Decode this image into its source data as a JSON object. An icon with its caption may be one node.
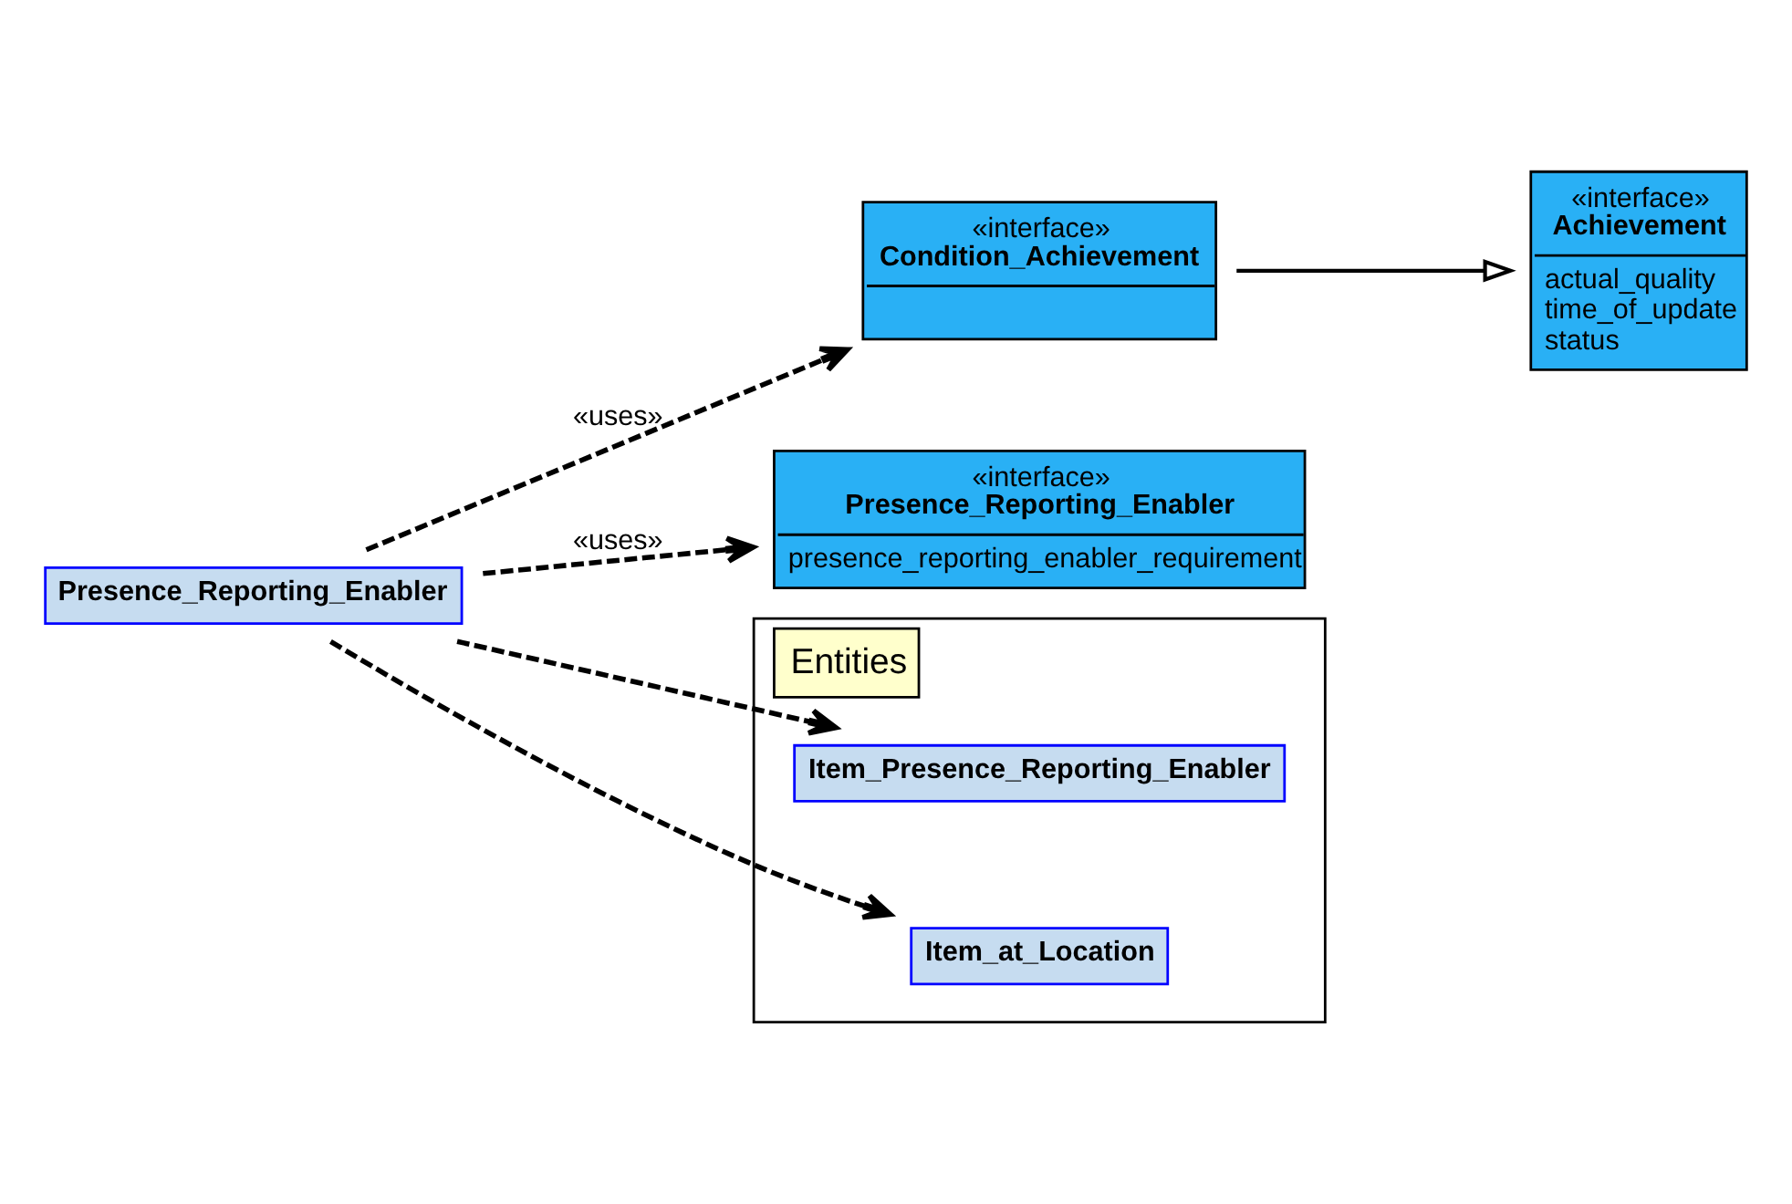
{
  "diagram": {
    "nodes": [
      {
        "text": [
          "«interface»",
          "Achievement",
          "actual_quality",
          "time_of_update",
          "status"
        ]
      },
      {
        "text": [
          "«interface»",
          "Condition_Achievement"
        ]
      },
      {
        "text": [
          "«interface»",
          "Presence_Reporting_Enabler",
          "presence_reporting_enabler_requirement"
        ]
      },
      {
        "text": [
          "Presence_Reporting_Enabler"
        ]
      },
      {
        "text": [
          "Entities"
        ]
      },
      {
        "text": [
          "Item_Presence_Reporting_Enabler"
        ],
        "in": 4
      },
      {
        "text": [
          "Item_at_Location"
        ],
        "in": 4
      }
    ],
    "edges": [
      {
        "from": 1,
        "to": 0,
        "arrow": "to"
      },
      {
        "from": 3,
        "to": 1,
        "arrow": "to",
        "style": "dashed",
        "label": "«uses»"
      },
      {
        "from": 3,
        "to": 2,
        "arrow": "to",
        "style": "dashed",
        "label": "«uses»"
      },
      {
        "from": 3,
        "to": 5,
        "arrow": "to",
        "style": "dashed"
      },
      {
        "from": 3,
        "to": 6,
        "arrow": "to",
        "style": "dashed"
      }
    ]
  }
}
